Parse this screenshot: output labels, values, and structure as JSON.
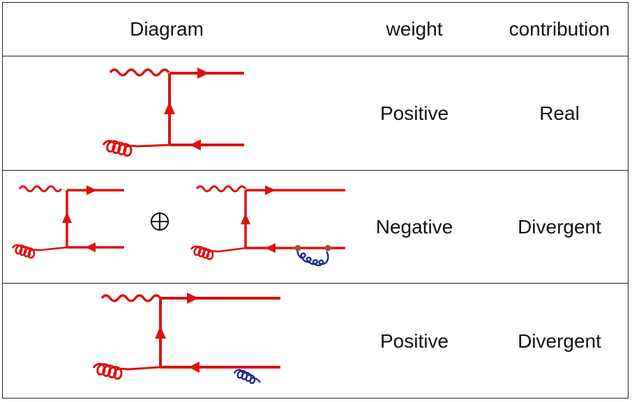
{
  "header": {
    "diagram": "Diagram",
    "weight": "weight",
    "contribution": "contribution"
  },
  "rows": [
    {
      "weight": "Positive",
      "contribution": "Real"
    },
    {
      "weight": "Negative",
      "contribution": "Divergent",
      "operator": "⊕"
    },
    {
      "weight": "Positive",
      "contribution": "Divergent"
    }
  ],
  "colors": {
    "fermion": "#dd1111",
    "gluon_extra": "#1a2a8a",
    "vertex": "#a0522d",
    "text": "#111111",
    "border": "#222222"
  }
}
